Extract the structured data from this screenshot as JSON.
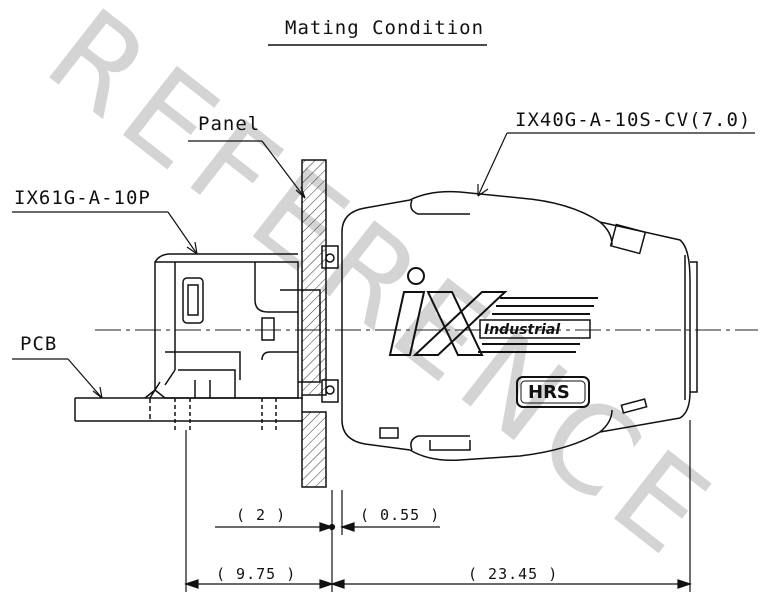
{
  "watermark": "REFERENCE",
  "title": "Mating Condition",
  "labels": {
    "panel": "Panel",
    "receptacle": "IX61G-A-10P",
    "plug": "IX40G-A-10S-CV(7.0)",
    "pcb": "PCB"
  },
  "logo": {
    "brand_ix": "iX",
    "industrial": "Industrial",
    "hrs": "HRS"
  },
  "dimensions": {
    "d1": "( 2 )",
    "d2": "( 0.55 )",
    "d3": "( 9.75 )",
    "d4": "( 23.45 )"
  }
}
